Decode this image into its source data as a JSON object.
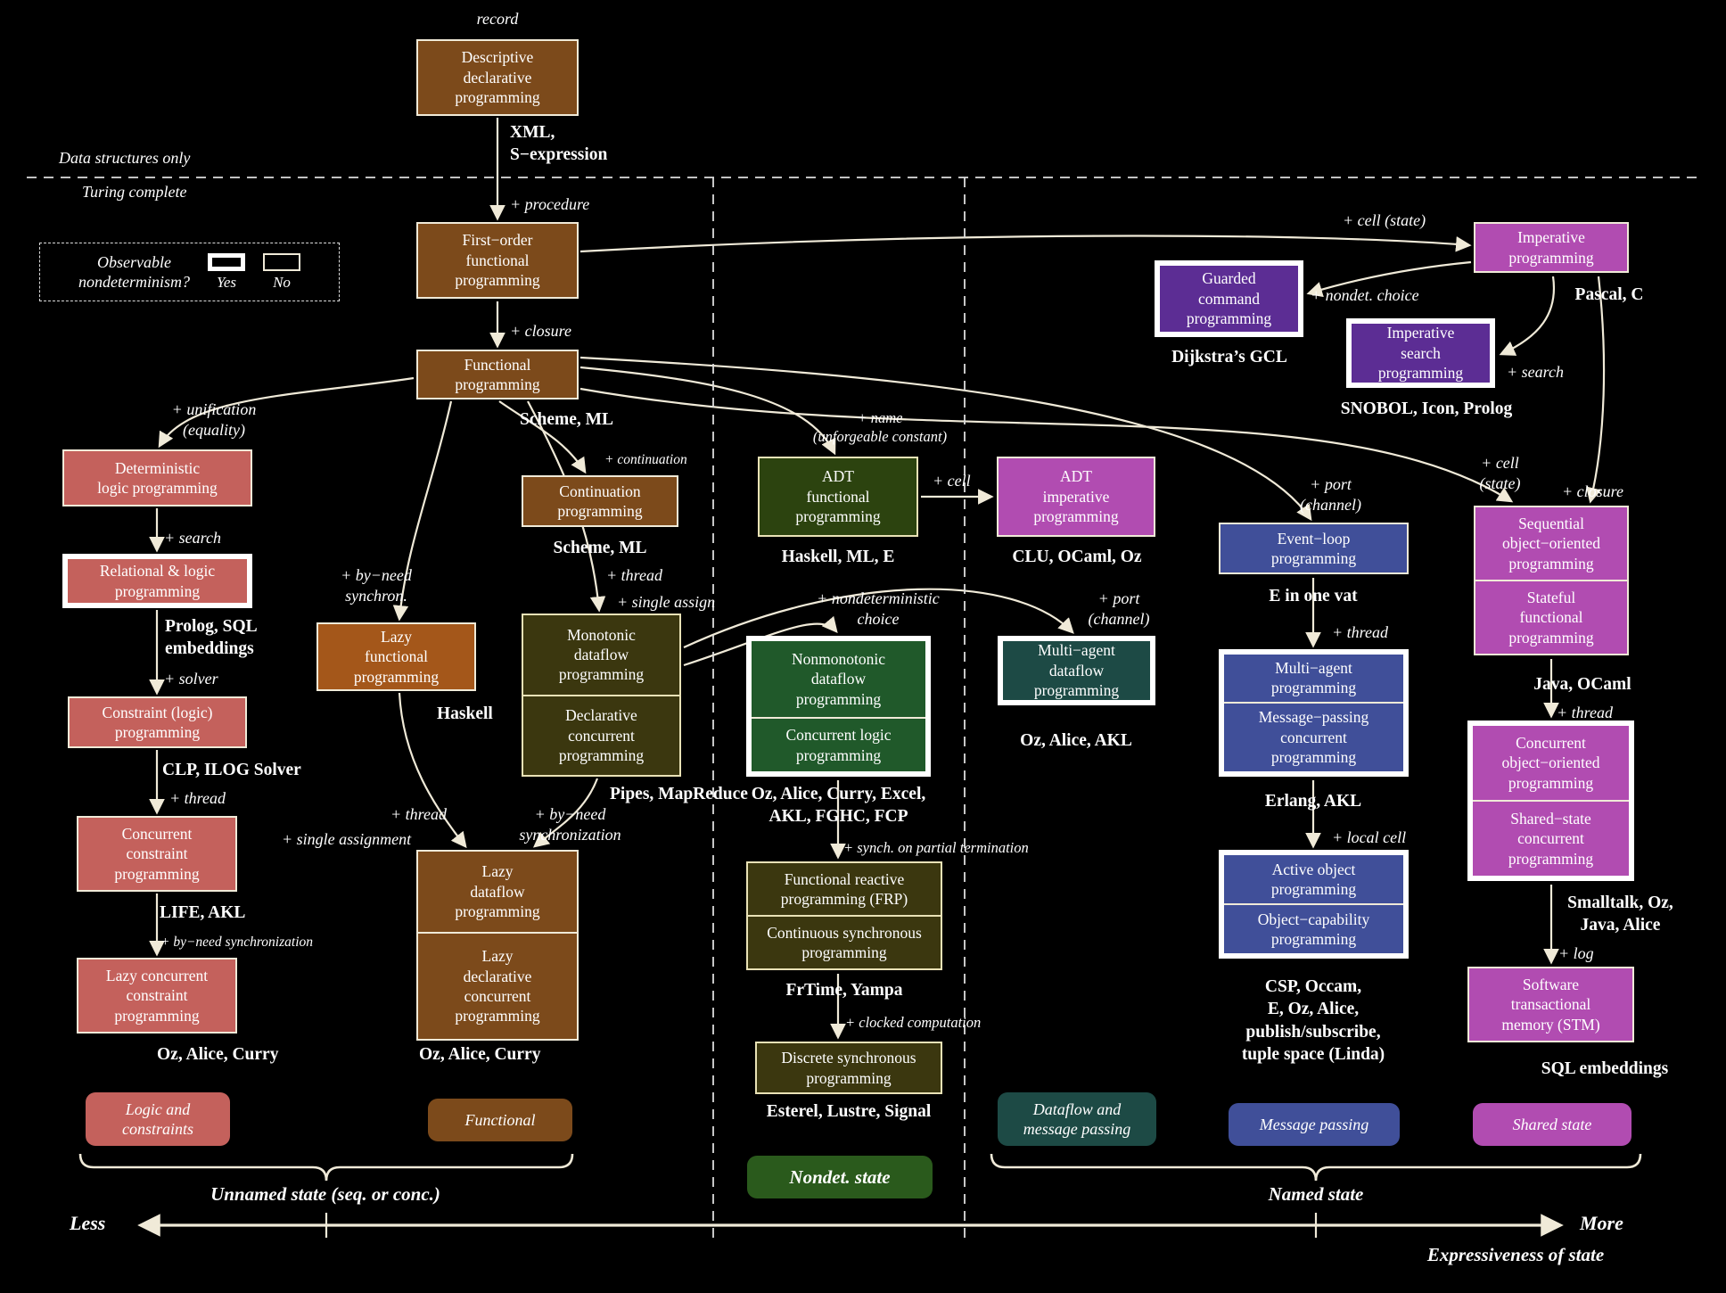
{
  "colors": {
    "background": "#000000",
    "box_border": "#f0ead8",
    "observable_nondet_border": "#ffffff",
    "text": "#ffffff",
    "brown": "#7c4a1b",
    "orange_brown": "#a4571a",
    "salmon": "#c4615c",
    "dark_olive": "#3b370f",
    "dark_green": "#2c430f",
    "green": "#20592a",
    "teal": "#1d4a45",
    "navy": "#404f99",
    "purple": "#5c2d94",
    "magenta": "#b14cb1",
    "legend_green": "#2a5a1c"
  },
  "top": {
    "record": "record",
    "data_structures_only": "Data structures only",
    "turing_complete": "Turing complete"
  },
  "legend": {
    "question": "Observable\nnondeterminism?",
    "yes": "Yes",
    "no": "No"
  },
  "boxes": {
    "descriptive": {
      "text": "Descriptive\ndeclarative\nprogramming",
      "langs": "XML,\nS−expression"
    },
    "first_order": {
      "text": "First−order\nfunctional\nprogramming"
    },
    "functional": {
      "text": "Functional\nprogramming",
      "langs": "Scheme, ML"
    },
    "det_logic": {
      "text": "Deterministic\nlogic programming"
    },
    "rel_logic": {
      "text": "Relational & logic\nprogramming",
      "langs": "Prolog, SQL\nembeddings"
    },
    "constraint": {
      "text": "Constraint (logic)\nprogramming",
      "langs": "CLP, ILOG Solver"
    },
    "conc_constraint": {
      "text": "Concurrent\nconstraint\nprogramming",
      "langs": "LIFE, AKL"
    },
    "lazy_cc": {
      "text": "Lazy concurrent\nconstraint\nprogramming",
      "langs": "Oz, Alice, Curry"
    },
    "lazy_functional": {
      "text": "Lazy\nfunctional\nprogramming",
      "langs": "Haskell"
    },
    "continuation": {
      "text": "Continuation\nprogramming",
      "langs": "Scheme, ML"
    },
    "monotonic": {
      "top": "Monotonic\ndataflow\nprogramming",
      "bottom": "Declarative\nconcurrent\nprogramming",
      "langs": "Pipes, MapReduce"
    },
    "lazy_dataflow": {
      "top": "Lazy\ndataflow\nprogramming",
      "bottom": "Lazy\ndeclarative\nconcurrent\nprogramming",
      "langs": "Oz, Alice, Curry"
    },
    "adt_functional": {
      "text": "ADT\nfunctional\nprogramming",
      "langs": "Haskell, ML, E"
    },
    "adt_imperative": {
      "text": "ADT\nimperative\nprogramming",
      "langs": "CLU, OCaml, Oz"
    },
    "nonmonotonic": {
      "top": "Nonmonotonic\ndataflow\nprogramming",
      "bottom": "Concurrent logic\nprogramming",
      "langs": "Oz, Alice, Curry, Excel,\nAKL, FGHC, FCP"
    },
    "multiagent_dataflow": {
      "text": "Multi−agent\ndataflow\nprogramming",
      "langs": "Oz, Alice, AKL"
    },
    "frp": {
      "top": "Functional reactive\nprogramming (FRP)",
      "bottom": "Continuous synchronous\nprogramming",
      "langs": "FrTime, Yampa"
    },
    "discrete_sync": {
      "text": "Discrete synchronous\nprogramming",
      "langs": "Esterel, Lustre, Signal"
    },
    "event_loop": {
      "text": "Event−loop\nprogramming",
      "langs": "E in one vat"
    },
    "multiagent": {
      "top": "Multi−agent\nprogramming",
      "bottom": "Message−passing\nconcurrent\nprogramming",
      "langs": "Erlang, AKL"
    },
    "active_object": {
      "top": "Active object\nprogramming",
      "bottom": "Object−capability\nprogramming",
      "langs": "CSP, Occam,\nE, Oz, Alice,\npublish/subscribe,\ntuple space (Linda)"
    },
    "guarded": {
      "text": "Guarded\ncommand\nprogramming",
      "langs": "Dijkstra’s GCL"
    },
    "imp_search": {
      "text": "Imperative\nsearch\nprogramming",
      "langs": "SNOBOL, Icon, Prolog"
    },
    "imperative": {
      "text": "Imperative\nprogramming",
      "langs": "Pascal, C"
    },
    "seq_oo": {
      "top": "Sequential\nobject−oriented\nprogramming",
      "bottom": "Stateful\nfunctional\nprogramming",
      "langs": "Java, OCaml"
    },
    "conc_oo": {
      "top": "Concurrent\nobject−oriented\nprogramming",
      "bottom": "Shared−state\nconcurrent\nprogramming",
      "langs": "Smalltalk, Oz,\nJava, Alice"
    },
    "stm": {
      "text": "Software\ntransactional\nmemory (STM)",
      "langs": "SQL embeddings"
    }
  },
  "edges": {
    "procedure": "+ procedure",
    "closure_fn": "+ closure",
    "unification": "+ unification\n(equality)",
    "search_logic": "+ search",
    "solver": "+ solver",
    "thread_constraint": "+ thread",
    "byneed_constraint": "+ by−need synchronization",
    "byneed_lazy_fn": "+ by−need\nsynchron.",
    "continuation": "+ continuation",
    "thread_dataflow": "+ thread",
    "single_assign": "+ single assign",
    "thread_lazy": "+ thread",
    "single_assignment": "+ single assignment",
    "byneed_lazy_df": "+ by−need\nsynchronization",
    "name": "+ name\n(unforgeable constant)",
    "cell_adt": "+ cell",
    "nondet_choice": "+ nondeterministic\nchoice",
    "port_dataflow": "+ port\n(channel)",
    "synch_partial": "+ synch. on partial termination",
    "clocked": "+ clocked computation",
    "port_event": "+ port\n(channel)",
    "thread_agent": "+ thread",
    "local_cell": "+ local cell",
    "cell_state_imp": "+ cell (state)",
    "nondet_choice_gcl": "+ nondet. choice",
    "search_imp": "+ search",
    "cell_state_oo": "+ cell\n(state)",
    "closure_oo": "+ closure",
    "thread_oo": "+ thread",
    "log": "+ log"
  },
  "categories": {
    "logic": "Logic and\nconstraints",
    "functional": "Functional",
    "nondet": "Nondet. state",
    "dataflow": "Dataflow and\nmessage passing",
    "message": "Message passing",
    "shared": "Shared state"
  },
  "bottom": {
    "unnamed": "Unnamed state (seq. or conc.)",
    "named": "Named state",
    "less": "Less",
    "more": "More",
    "axis": "Expressiveness of state"
  }
}
